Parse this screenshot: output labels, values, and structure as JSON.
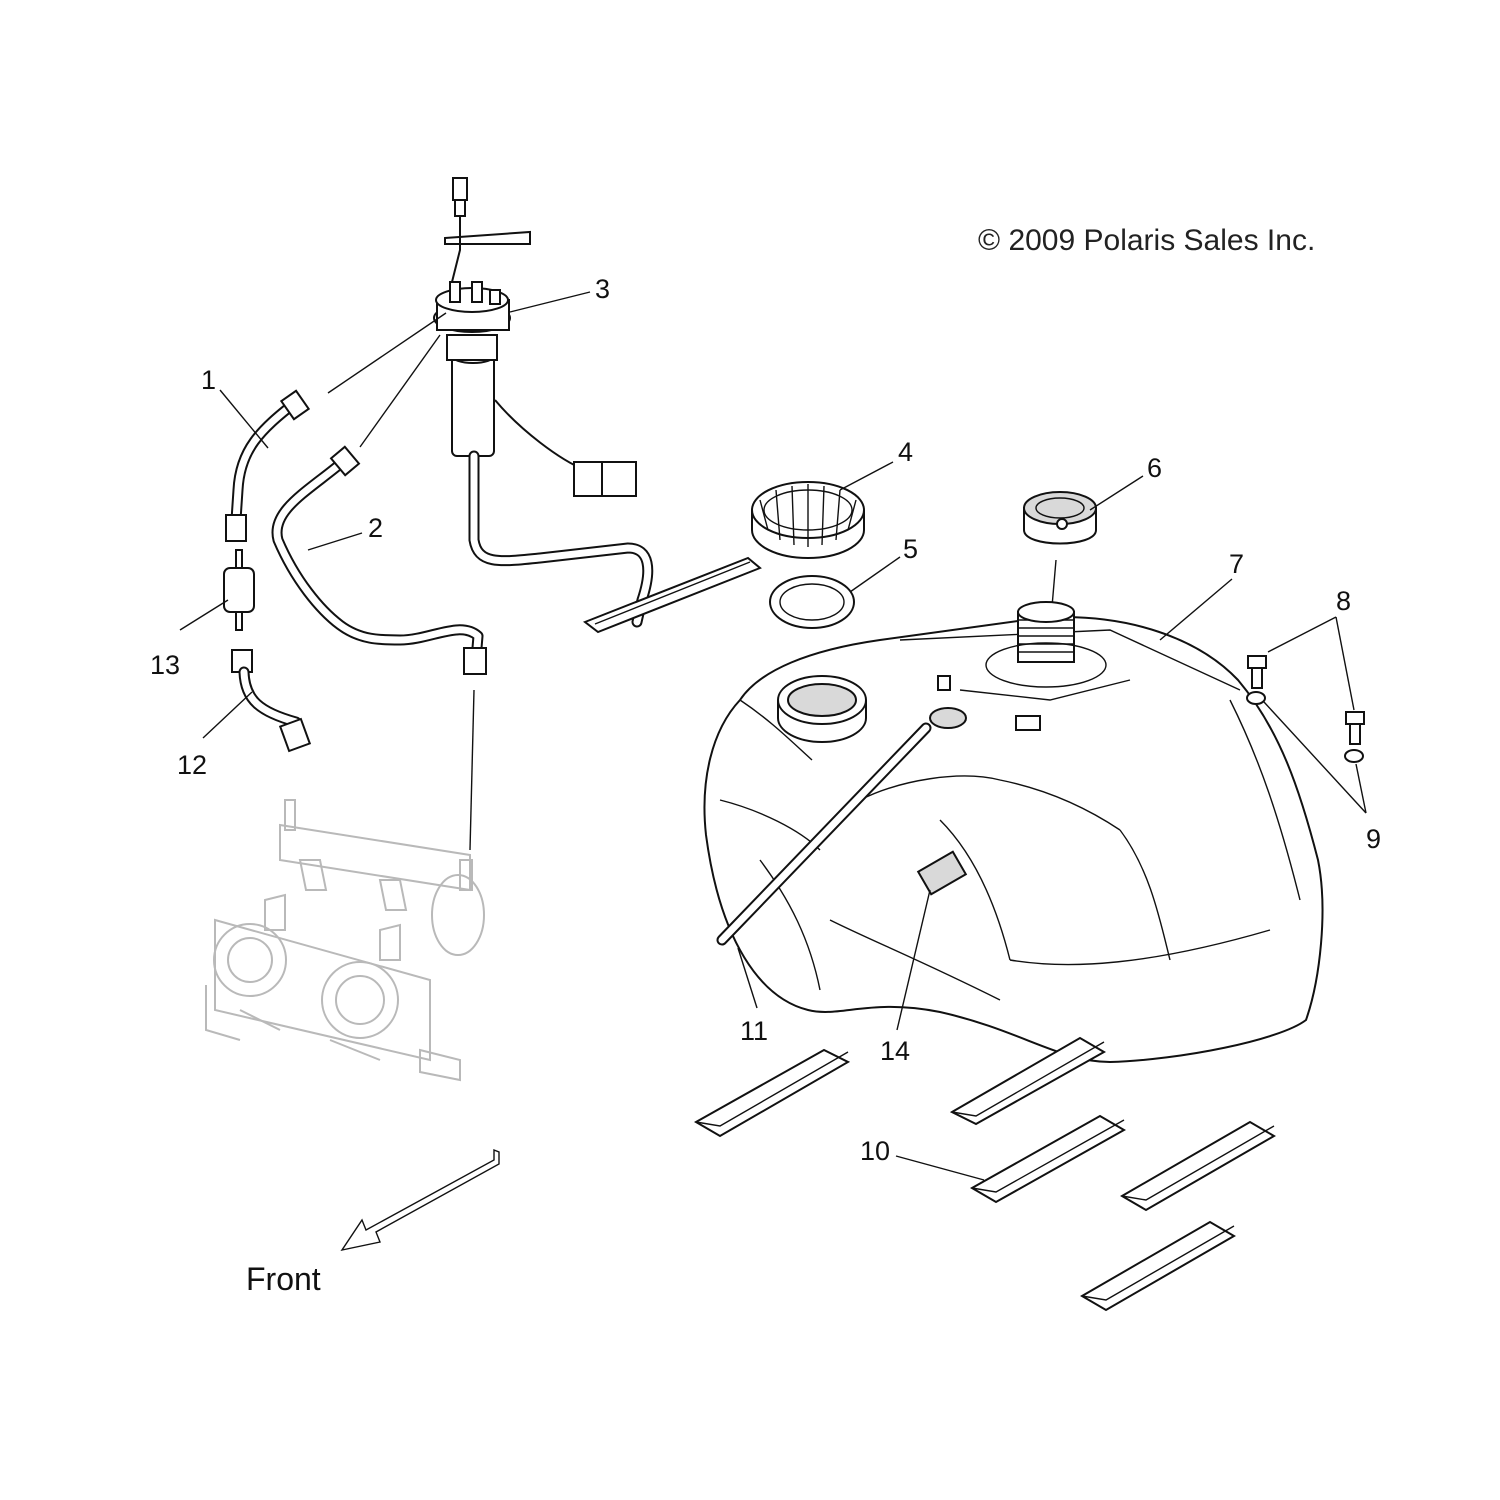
{
  "copyright": "© 2009 Polaris Sales Inc.",
  "direction_label": "Front",
  "callouts": [
    "1",
    "2",
    "3",
    "4",
    "5",
    "6",
    "7",
    "8",
    "9",
    "10",
    "11",
    "12",
    "13",
    "14"
  ]
}
